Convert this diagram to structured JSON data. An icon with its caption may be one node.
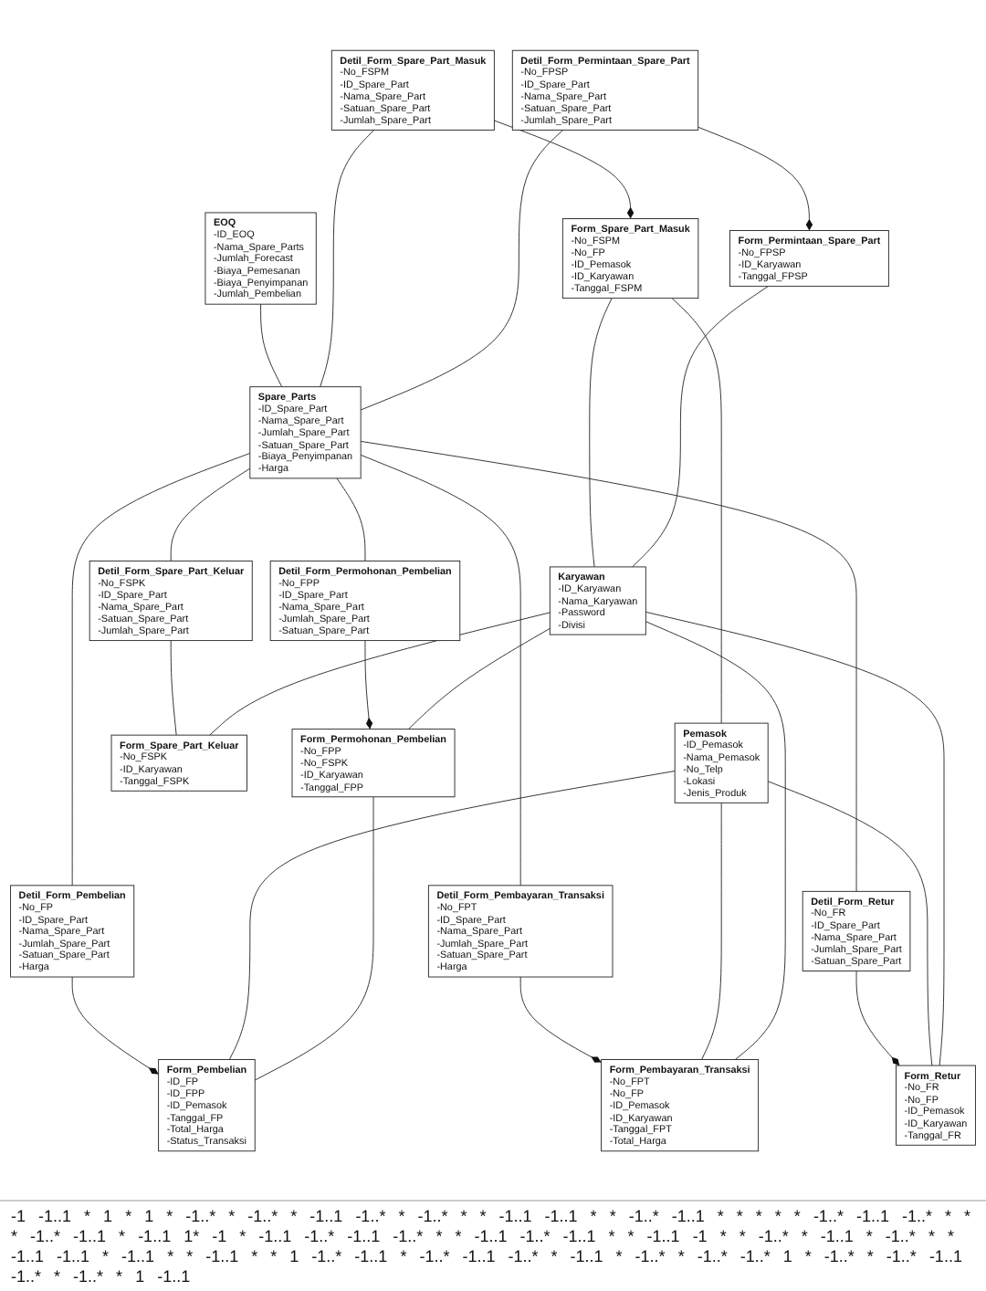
{
  "diagram": {
    "nodes": [
      {
        "text": [
          "Form_Permintaan_Spare_Part",
          "-No_FPSP",
          "-ID_Karyawan",
          "-Tanggal_FPSP"
        ]
      },
      {
        "text": [
          "Detil_Form_Permintaan_Spare_Part",
          "-No_FPSP",
          "-ID_Spare_Part",
          "-Nama_Spare_Part",
          "-Satuan_Spare_Part",
          "-Jumlah_Spare_Part"
        ]
      },
      {
        "text": [
          "Form_Spare_Part_Masuk",
          "-No_FSPM",
          "-No_FP",
          "-ID_Pemasok",
          "-ID_Karyawan",
          "-Tanggal_FSPM"
        ]
      },
      {
        "text": [
          "Detil_Form_Spare_Part_Masuk",
          "-No_FSPM",
          "-ID_Spare_Part",
          "-Nama_Spare_Part",
          "-Satuan_Spare_Part",
          "-Jumlah_Spare_Part"
        ]
      },
      {
        "text": [
          "Form_Permohonan_Pembelian",
          "-No_FPP",
          "-No_FSPK",
          "-ID_Karyawan",
          "-Tanggal_FPP"
        ]
      },
      {
        "text": [
          "Karyawan",
          "-ID_Karyawan",
          "-Nama_Karyawan",
          "-Password",
          "-Divisi"
        ]
      },
      {
        "text": [
          "Form_Spare_Part_Keluar",
          "-No_FSPK",
          "-ID_Karyawan",
          "-Tanggal_FSPK"
        ]
      },
      {
        "text": [
          "Spare_Parts",
          "-ID_Spare_Part",
          "-Nama_Spare_Part",
          "-Jumlah_Spare_Part",
          "-Satuan_Spare_Part",
          "-Biaya_Penyimpanan",
          "-Harga"
        ]
      },
      {
        "text": [
          "Detil_Form_Permohonan_Pembelian",
          "-No_FPP",
          "-ID_Spare_Part",
          "-Nama_Spare_Part",
          "-Jumlah_Spare_Part",
          "-Satuan_Spare_Part"
        ]
      },
      {
        "text": [
          "Detil_Form_Spare_Part_Keluar",
          "-No_FSPK",
          "-ID_Spare_Part",
          "-Nama_Spare_Part",
          "-Satuan_Spare_Part",
          "-Jumlah_Spare_Part"
        ]
      },
      {
        "text": [
          "Pemasok",
          "-ID_Pemasok",
          "-Nama_Pemasok",
          "-No_Telp",
          "-Lokasi",
          "-Jenis_Produk"
        ]
      },
      {
        "text": [
          "EOQ",
          "-ID_EOQ",
          "-Nama_Spare_Parts",
          "-Jumlah_Forecast",
          "-Biaya_Pemesanan",
          "-Biaya_Penyimpanan",
          "-Jumlah_Pembelian"
        ]
      },
      {
        "text": [
          "Form_Pembayaran_Transaksi",
          "-No_FPT",
          "-No_FP",
          "-ID_Pemasok",
          "-ID_Karyawan",
          "-Tanggal_FPT",
          "-Total_Harga"
        ]
      },
      {
        "text": [
          "Detil_Form_Retur",
          "-No_FR",
          "-ID_Spare_Part",
          "-Nama_Spare_Part",
          "-Jumlah_Spare_Part",
          "-Satuan_Spare_Part"
        ]
      },
      {
        "text": [
          "Detil_Form_Pembelian",
          "-No_FP",
          "-ID_Spare_Part",
          "-Nama_Spare_Part",
          "-Jumlah_Spare_Part",
          "-Satuan_Spare_Part",
          "-Harga"
        ]
      },
      {
        "text": [
          "Detil_Form_Pembayaran_Transaksi",
          "-No_FPT",
          "-ID_Spare_Part",
          "-Nama_Spare_Part",
          "-Jumlah_Spare_Part",
          "-Satuan_Spare_Part",
          "-Harga"
        ]
      },
      {
        "text": [
          "Form_Pembelian",
          "-ID_FP",
          "-ID_FPP",
          "-ID_Pemasok",
          "-Tanggal_FP",
          "-Total_Harga",
          "-Status_Transaksi"
        ]
      },
      {
        "text": [
          "Form_Retur",
          "-No_FR",
          "-No_FP",
          "-ID_Pemasok",
          "-ID_Karyawan",
          "-Tanggal_FR"
        ]
      }
    ],
    "edges": [
      {
        "from": 1,
        "to": 0,
        "arrow": "other"
      },
      {
        "from": 0,
        "to": 5,
        "arrow": "none"
      },
      {
        "from": 1,
        "to": 7,
        "arrow": "none"
      },
      {
        "from": 3,
        "to": 2,
        "arrow": "other"
      },
      {
        "from": 2,
        "to": 5,
        "arrow": "none"
      },
      {
        "from": 2,
        "to": 10,
        "arrow": "none"
      },
      {
        "from": 3,
        "to": 7,
        "arrow": "none"
      },
      {
        "from": 5,
        "to": 4,
        "arrow": "none"
      },
      {
        "from": 8,
        "to": 4,
        "arrow": "other"
      },
      {
        "from": 7,
        "to": 8,
        "arrow": "none"
      },
      {
        "from": 5,
        "to": 6,
        "arrow": "none"
      },
      {
        "from": 9,
        "to": 6,
        "arrow": "none"
      },
      {
        "from": 7,
        "to": 9,
        "arrow": "none"
      },
      {
        "from": 11,
        "to": 7,
        "arrow": "none"
      },
      {
        "from": 7,
        "to": 13,
        "arrow": "none"
      },
      {
        "from": 7,
        "to": 14,
        "arrow": "none"
      },
      {
        "from": 7,
        "to": 15,
        "arrow": "none"
      },
      {
        "from": 5,
        "to": 12,
        "arrow": "none"
      },
      {
        "from": 10,
        "to": 12,
        "arrow": "none"
      },
      {
        "from": 15,
        "to": 12,
        "arrow": "other"
      },
      {
        "from": 4,
        "to": 16,
        "arrow": "none"
      },
      {
        "from": 10,
        "to": 16,
        "arrow": "none"
      },
      {
        "from": 14,
        "to": 16,
        "arrow": "other"
      },
      {
        "from": 5,
        "to": 17,
        "arrow": "none"
      },
      {
        "from": 10,
        "to": 17,
        "arrow": "none"
      },
      {
        "from": 13,
        "to": 17,
        "arrow": "other"
      }
    ],
    "labels": [
      "-1",
      "-1..1",
      "*",
      "1",
      "*",
      "1",
      "*",
      "-1..*",
      "*",
      "-1..*",
      "*",
      "-1..1",
      "-1..*",
      "*",
      "-1..*",
      "*",
      "*",
      "-1..1",
      "-1..1",
      "*",
      "*",
      "-1..*",
      "-1..1",
      "*",
      "*",
      "*",
      "*",
      "*",
      "-1..*",
      "-1..1",
      "-1..*",
      "*",
      "*",
      "*",
      "-1..*",
      "-1..1",
      "*",
      "-1..1",
      "1*",
      "-1",
      "*",
      "-1..1",
      "-1..*",
      "-1..1",
      "-1..*",
      "*",
      "*",
      "-1..1",
      "-1..*",
      "-1..1",
      "*",
      "*",
      "-1..1",
      "-1",
      "*",
      "*",
      "-1..*",
      "*",
      "-1..1",
      "*",
      "-1..*",
      "*",
      "*",
      "-1..1",
      "-1..1",
      "*",
      "-1..1",
      "*",
      "*",
      "-1..1",
      "*",
      "*",
      "1",
      "-1..*",
      "-1..1",
      "*",
      "-1..*",
      "-1..1",
      "-1..*",
      "*",
      "-1..1",
      "*",
      "-1..*",
      "*",
      "-1..*",
      "-1..*",
      "1",
      "*",
      "-1..*",
      "*",
      "-1..*",
      "-1..1",
      "-1..*",
      "*",
      "-1..*",
      "*",
      "1",
      "-1..1"
    ]
  }
}
